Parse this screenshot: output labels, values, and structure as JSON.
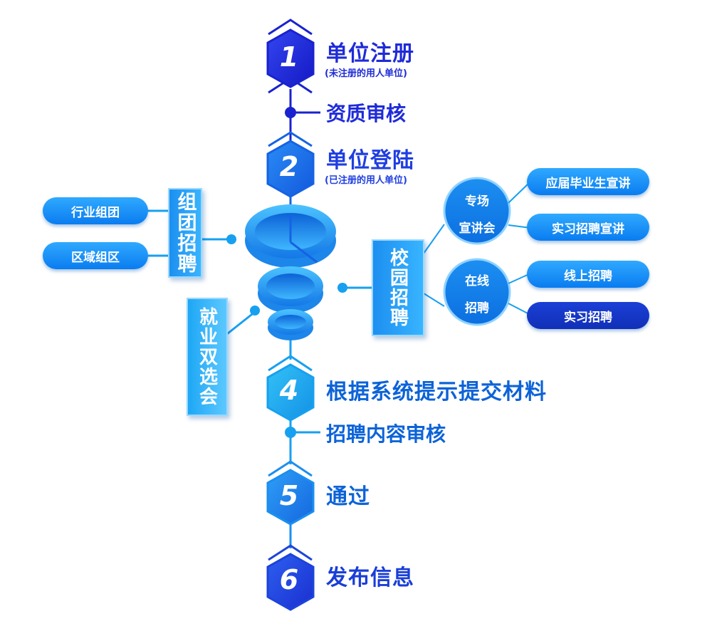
{
  "steps": [
    {
      "number": "1",
      "title": "单位注册",
      "subtitle": "(未注册的用人单位)"
    },
    {
      "number": "2",
      "title": "单位登陆",
      "subtitle": "(已注册的用人单位)"
    },
    {
      "number": "4",
      "title": "根据系统提示提交材料"
    },
    {
      "number": "5",
      "title": "通过"
    },
    {
      "number": "6",
      "title": "发布信息"
    }
  ],
  "review_steps": [
    "资质审核",
    "招聘内容审核"
  ],
  "left_group": {
    "label": "组团招聘",
    "items": [
      "行业组团",
      "区域组区"
    ]
  },
  "job_fair": {
    "label": "就业双选会"
  },
  "campus": {
    "label": "校园招聘",
    "special": {
      "label_line1": "专场",
      "label_line2": "宣讲会",
      "items": [
        "应届毕业生宣讲",
        "实习招聘宣讲"
      ]
    },
    "online": {
      "label_line1": "在线",
      "label_line2": "招聘",
      "items": [
        "线上招聘",
        "实习招聘"
      ]
    }
  },
  "colors": {
    "dark_blue": "#1a1fcf",
    "mid_blue": "#1570e6",
    "light_blue": "#22a6f2",
    "pale_blue": "#3bb8ff"
  }
}
